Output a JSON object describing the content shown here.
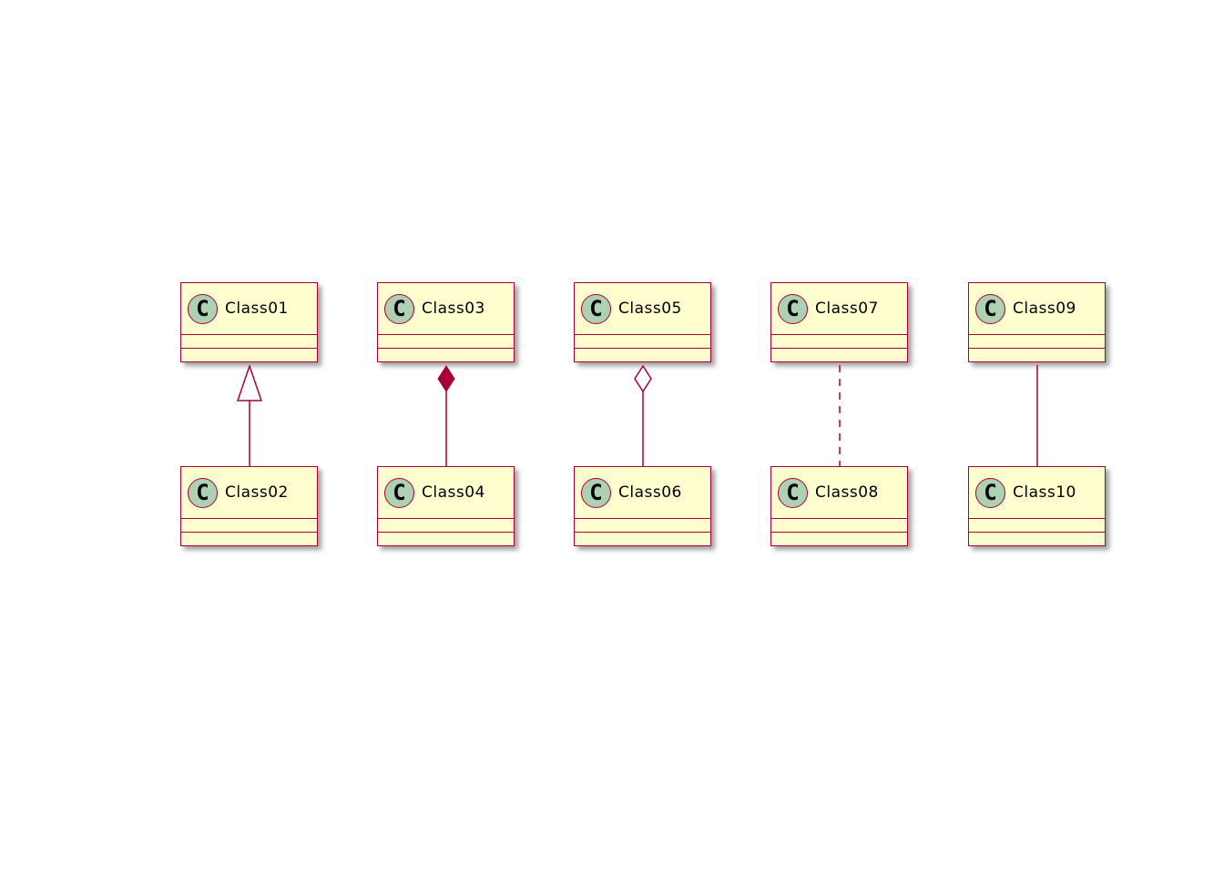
{
  "diagram": {
    "kind": "uml-class-diagram",
    "background_color": "#FFFFFF",
    "node_fill_color": "#FEFECE",
    "border_color": "#A80036",
    "circle_fill_color": "#ADD1B2",
    "icon_letter": "C",
    "icon_name": "class-stereotype-icon"
  },
  "pairs": [
    {
      "top": "Class01",
      "bottom": "Class02",
      "relation": "extension",
      "arrow": "hollow-triangle-at-top"
    },
    {
      "top": "Class03",
      "bottom": "Class04",
      "relation": "composition",
      "arrow": "filled-diamond-at-top"
    },
    {
      "top": "Class05",
      "bottom": "Class06",
      "relation": "aggregation",
      "arrow": "hollow-diamond-at-top"
    },
    {
      "top": "Class07",
      "bottom": "Class08",
      "relation": "dashed-dependency",
      "arrow": "none"
    },
    {
      "top": "Class09",
      "bottom": "Class10",
      "relation": "association",
      "arrow": "none"
    }
  ]
}
